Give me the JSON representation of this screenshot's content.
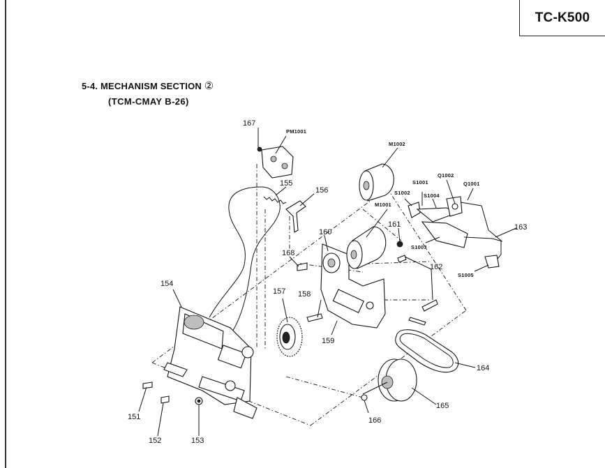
{
  "header": {
    "model": "TC-K500",
    "section_title": "5-4.  MECHANISM SECTION",
    "section_number": "②",
    "subtitle": "(TCM-CMAY B-26)"
  },
  "callouts": {
    "c151": "151",
    "c152": "152",
    "c153": "153",
    "c154": "154",
    "c155": "155",
    "c156": "156",
    "c157": "157",
    "c158": "158",
    "c159": "159",
    "c160": "160",
    "c161": "161",
    "c162": "162",
    "c163": "163",
    "c164": "164",
    "c165": "165",
    "c166": "166",
    "c167": "167",
    "c168": "168",
    "pm1001": "PM1001",
    "m1001": "M1001",
    "m1002": "M1002",
    "s1001": "S1001",
    "s1002": "S1002",
    "s1003": "S1003",
    "s1004": "S1004",
    "s1005": "S1005",
    "q1001": "Q1001",
    "q1002": "Q1002"
  },
  "colors": {
    "ink": "#111111",
    "paper": "#ffffff",
    "part_shade": "#bdbdbd"
  }
}
